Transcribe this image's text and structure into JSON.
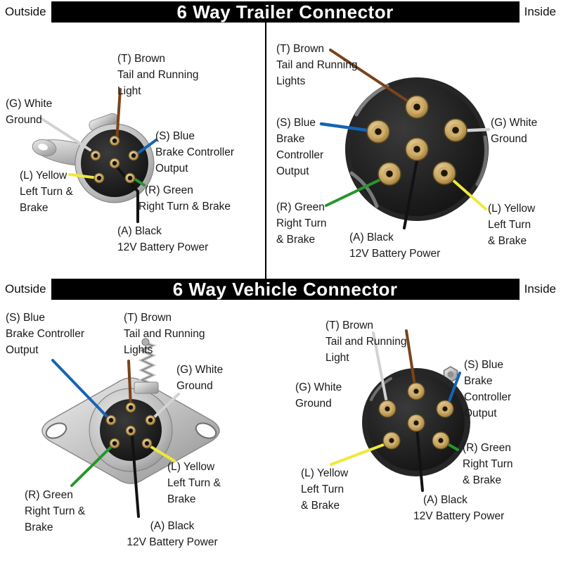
{
  "colors": {
    "brown": "#7a4318",
    "white": "#d2d2d2",
    "blue": "#1464b4",
    "green": "#27962f",
    "yellow": "#efe93b",
    "black": "#121212"
  },
  "trailer": {
    "header": {
      "left": "Outside",
      "title": "6 Way Trailer Connector",
      "right": "Inside"
    },
    "outside": {
      "t1": "(T) Brown",
      "t2": "Tail and Running",
      "t3": "Light",
      "g1": "(G) White",
      "g2": "Ground",
      "s1": "(S) Blue",
      "s2": "Brake Controller",
      "s3": "Output",
      "l1": "(L) Yellow",
      "l2": "Left Turn &",
      "l3": "Brake",
      "r1": "(R) Green",
      "r2": "Right Turn & Brake",
      "a1": "(A) Black",
      "a2": "12V Battery Power"
    },
    "inside": {
      "t1": "(T) Brown",
      "t2": "Tail and Running",
      "t3": "Lights",
      "s1": "(S) Blue",
      "s2": "Brake",
      "s3": "Controller",
      "s4": "Output",
      "g1": "(G) White",
      "g2": "Ground",
      "r1": "(R) Green",
      "r2": "Right Turn",
      "r3": "& Brake",
      "l1": "(L) Yellow",
      "l2": "Left Turn",
      "l3": "& Brake",
      "a1": "(A) Black",
      "a2": "12V Battery Power"
    }
  },
  "vehicle": {
    "header": {
      "left": "Outside",
      "title": "6 Way Vehicle Connector",
      "right": "Inside"
    },
    "outside": {
      "s1": "(S) Blue",
      "s2": "Brake Controller",
      "s3": "Output",
      "t1": "(T) Brown",
      "t2": "Tail and Running",
      "t3": "Lights",
      "g1": "(G) White",
      "g2": "Ground",
      "l1": "(L) Yellow",
      "l2": "Left Turn &",
      "l3": "Brake",
      "r1": "(R) Green",
      "r2": "Right Turn &",
      "r3": "Brake",
      "a1": "(A) Black",
      "a2": "12V Battery Power"
    },
    "inside": {
      "t1": "(T) Brown",
      "t2": "Tail and Running",
      "t3": "Light",
      "g1": "(G) White",
      "g2": "Ground",
      "s1": "(S) Blue",
      "s2": "Brake",
      "s3": "Controller",
      "s4": "Output",
      "r1": "(R) Green",
      "r2": "Right Turn",
      "r3": "& Brake",
      "l1": "(L) Yellow",
      "l2": "Left Turn",
      "l3": "& Brake",
      "a1": "(A) Black",
      "a2": "12V Battery Power"
    }
  }
}
